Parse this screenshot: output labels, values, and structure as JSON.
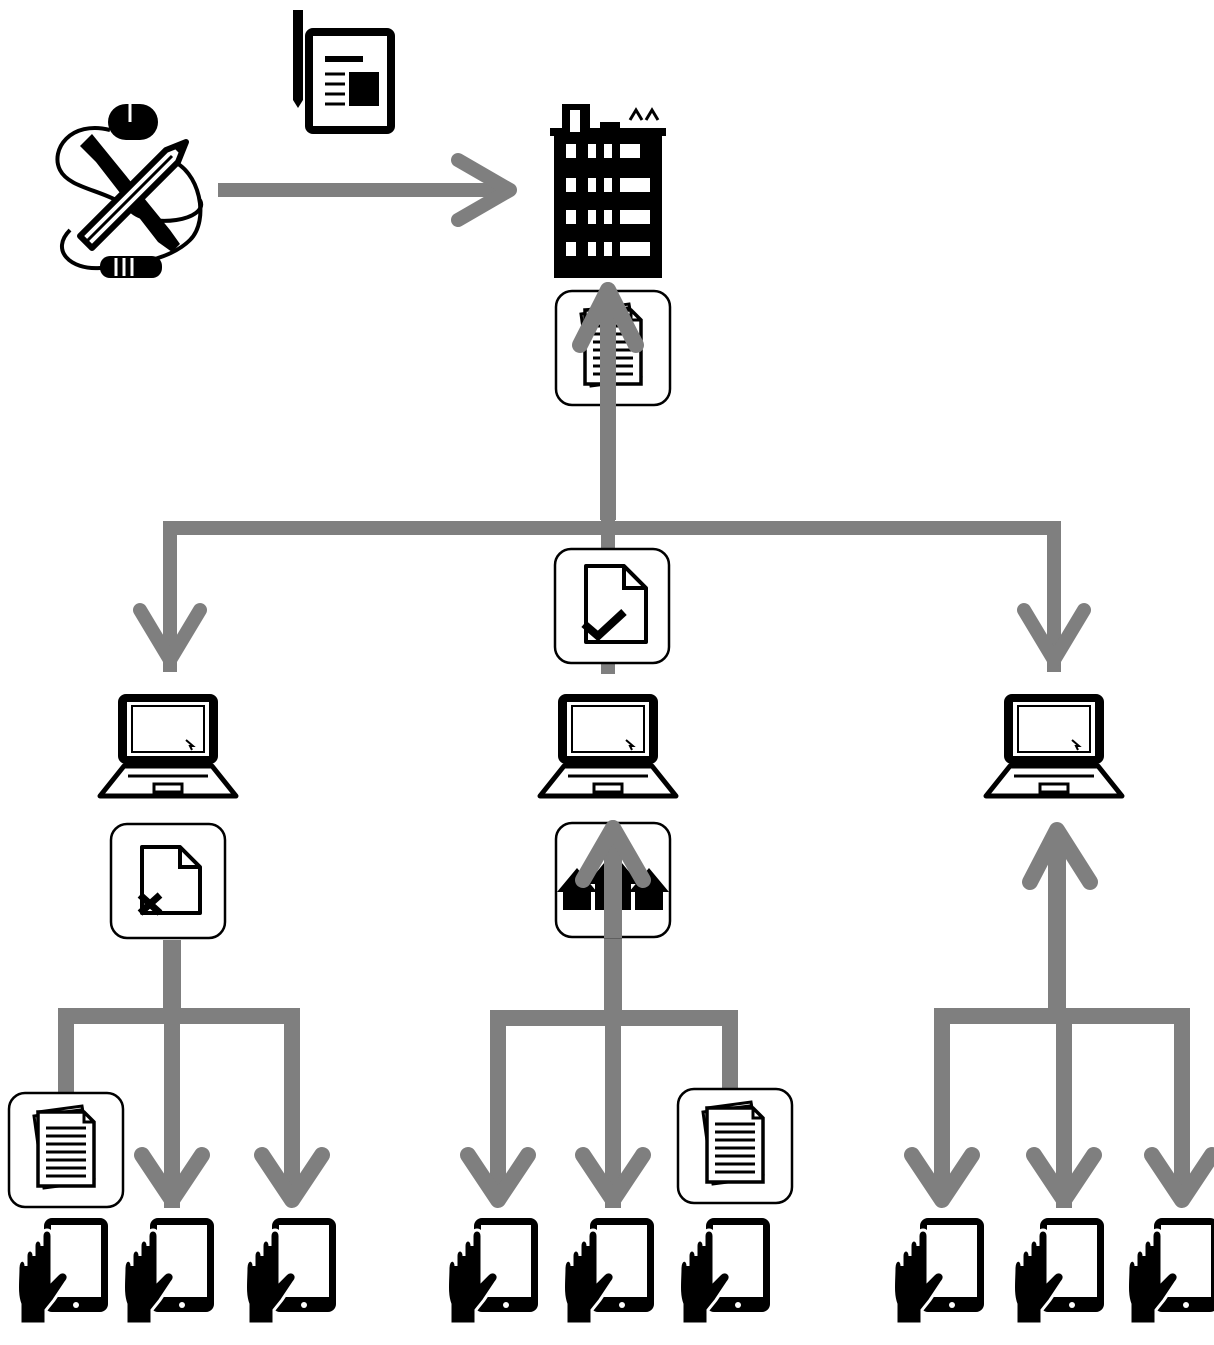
{
  "diagram": {
    "nodes": [
      {
        "id": "design-tools",
        "icon": "design-tools-icon"
      },
      {
        "id": "report",
        "icon": "report-document-icon"
      },
      {
        "id": "office-building",
        "icon": "office-building-icon"
      },
      {
        "id": "laptop-left",
        "icon": "laptop-icon"
      },
      {
        "id": "laptop-center",
        "icon": "laptop-icon"
      },
      {
        "id": "laptop-right",
        "icon": "laptop-icon"
      },
      {
        "id": "tablet-1",
        "icon": "tablet-hand-icon"
      },
      {
        "id": "tablet-2",
        "icon": "tablet-hand-icon"
      },
      {
        "id": "tablet-3",
        "icon": "tablet-hand-icon"
      },
      {
        "id": "tablet-4",
        "icon": "tablet-hand-icon"
      },
      {
        "id": "tablet-5",
        "icon": "tablet-hand-icon"
      },
      {
        "id": "tablet-6",
        "icon": "tablet-hand-icon"
      },
      {
        "id": "tablet-7",
        "icon": "tablet-hand-icon"
      },
      {
        "id": "tablet-8",
        "icon": "tablet-hand-icon"
      },
      {
        "id": "tablet-9",
        "icon": "tablet-hand-icon"
      }
    ],
    "badges": [
      {
        "id": "forms-up",
        "icon": "stacked-documents-icon"
      },
      {
        "id": "approved",
        "icon": "document-check-icon"
      },
      {
        "id": "rejected",
        "icon": "document-x-icon"
      },
      {
        "id": "households",
        "icon": "houses-icon"
      },
      {
        "id": "forms-left",
        "icon": "stacked-documents-icon"
      },
      {
        "id": "forms-center",
        "icon": "stacked-documents-icon"
      }
    ],
    "colors": {
      "arrow": "#7f7f7f",
      "icon": "#000000",
      "background": "#ffffff"
    }
  }
}
